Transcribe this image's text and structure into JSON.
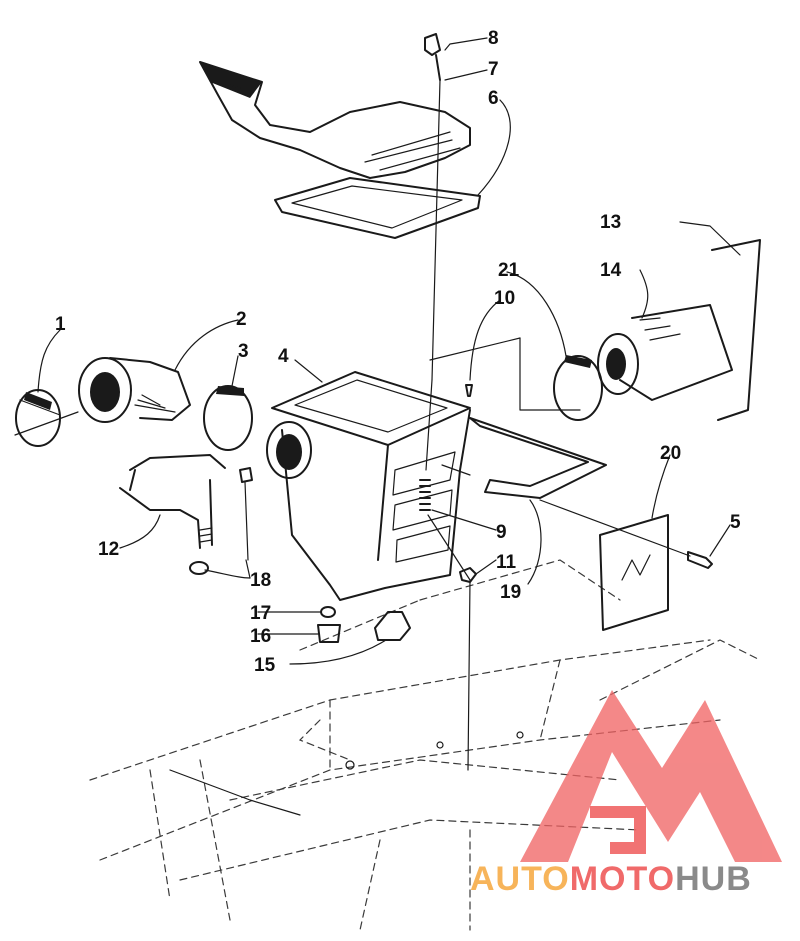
{
  "callouts": [
    {
      "id": "1",
      "label": "1"
    },
    {
      "id": "2",
      "label": "2"
    },
    {
      "id": "3",
      "label": "3"
    },
    {
      "id": "4",
      "label": "4"
    },
    {
      "id": "5",
      "label": "5"
    },
    {
      "id": "6",
      "label": "6"
    },
    {
      "id": "7",
      "label": "7"
    },
    {
      "id": "8",
      "label": "8"
    },
    {
      "id": "9",
      "label": "9"
    },
    {
      "id": "10",
      "label": "10"
    },
    {
      "id": "11",
      "label": "11"
    },
    {
      "id": "12",
      "label": "12"
    },
    {
      "id": "13",
      "label": "13"
    },
    {
      "id": "14",
      "label": "14"
    },
    {
      "id": "15",
      "label": "15"
    },
    {
      "id": "16",
      "label": "16"
    },
    {
      "id": "17",
      "label": "17"
    },
    {
      "id": "18",
      "label": "18"
    },
    {
      "id": "19",
      "label": "19"
    },
    {
      "id": "20",
      "label": "20"
    },
    {
      "id": "21",
      "label": "21"
    }
  ],
  "watermark": {
    "part1": "AUTO",
    "part2": "MOTO",
    "part3": "HUB",
    "color_orange": "#f7b45a",
    "color_red": "#f06a6a",
    "color_grey": "#8a8a8a",
    "logo_color": "#f06464"
  }
}
